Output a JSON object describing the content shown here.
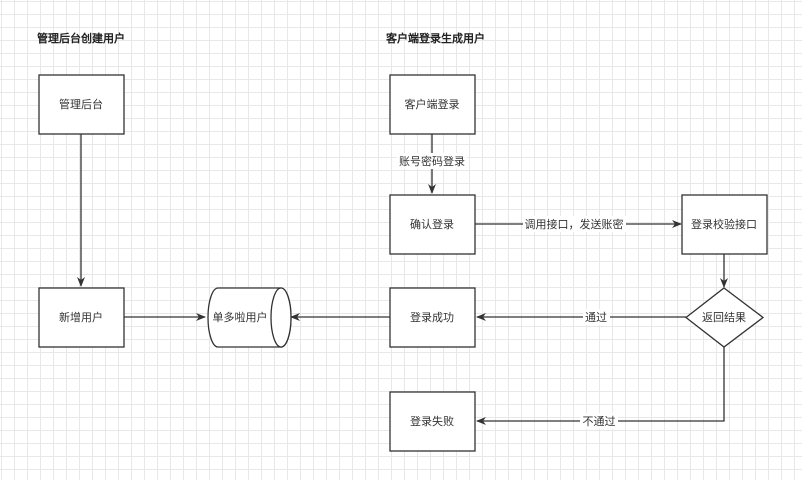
{
  "sections": {
    "admin_title": "管理后台创建用户",
    "client_title": "客户端登录生成用户"
  },
  "nodes": {
    "admin_console": "管理后台",
    "add_user": "新增用户",
    "user_db": "单多啦用户",
    "client_login": "客户端登录",
    "confirm_login": "确认登录",
    "verify_api": "登录校验接口",
    "result": "返回结果",
    "login_success": "登录成功",
    "login_fail": "登录失败"
  },
  "edges": {
    "account_password_login": "账号密码登录",
    "call_api_send_credentials": "调用接口，发送账密",
    "pass": "通过",
    "fail": "不通过"
  },
  "colors": {
    "stroke": "#333333",
    "grid": "#e8e8e8",
    "background": "#ffffff"
  }
}
